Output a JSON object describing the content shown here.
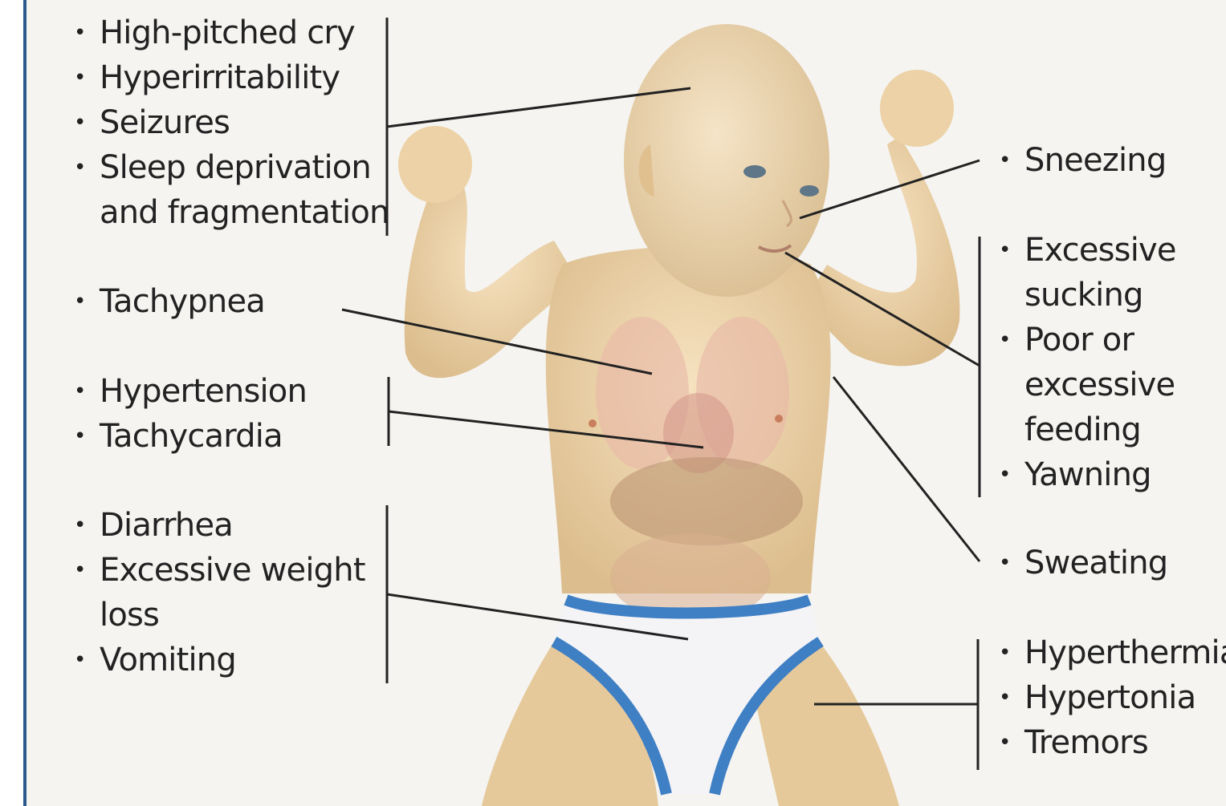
{
  "groups": [
    {
      "id": "brain",
      "items": [
        [
          "High-pitched cry"
        ],
        [
          "Hyperirritability"
        ],
        [
          "Seizures"
        ],
        [
          "Sleep deprivation",
          "and fragmentation"
        ]
      ]
    },
    {
      "id": "lungs",
      "items": [
        [
          "Tachypnea"
        ]
      ]
    },
    {
      "id": "heart",
      "items": [
        [
          "Hypertension"
        ],
        [
          "Tachycardia"
        ]
      ]
    },
    {
      "id": "gut",
      "items": [
        [
          "Diarrhea"
        ],
        [
          "Excessive weight",
          "loss"
        ],
        [
          "Vomiting"
        ]
      ]
    },
    {
      "id": "nose",
      "items": [
        [
          "Sneezing"
        ]
      ]
    },
    {
      "id": "mouth",
      "items": [
        [
          "Excessive",
          "sucking"
        ],
        [
          "Poor or",
          "excessive",
          "feeding"
        ],
        [
          "Yawning"
        ]
      ]
    },
    {
      "id": "skin",
      "items": [
        [
          "Sweating"
        ]
      ]
    },
    {
      "id": "muscle",
      "items": [
        [
          "Hyperthermia"
        ],
        [
          "Hypertonia"
        ],
        [
          "Tremors"
        ]
      ]
    }
  ],
  "colors": {
    "skin": "#efd6ae",
    "diaper": "#f4f3f6",
    "diaper_band": "#3f7fc4",
    "lines": "#222222",
    "border": "#2d5a8c"
  }
}
